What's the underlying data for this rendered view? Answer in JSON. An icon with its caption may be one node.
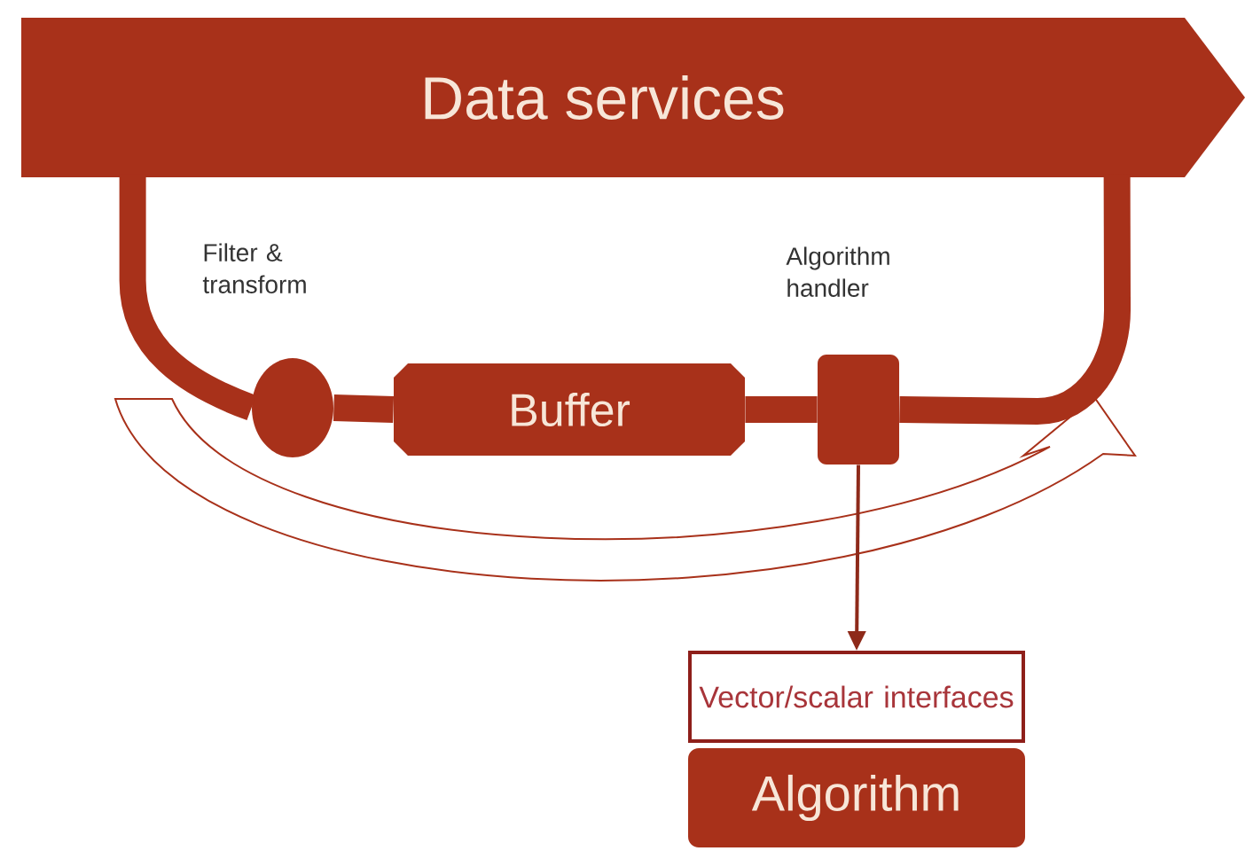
{
  "diagram": {
    "nodes": [
      {
        "text": [
          "Data services"
        ]
      },
      {
        "text": [
          "Filter & transform"
        ]
      },
      {
        "text": [
          "Buffer"
        ]
      },
      {
        "text": [
          "Algorithm handler"
        ]
      },
      {
        "text": [
          "Vector/scalar interfaces"
        ]
      },
      {
        "text": [
          "Algorithm"
        ]
      }
    ],
    "edges": [
      {
        "from": 0,
        "to": 1,
        "arrow": "none"
      },
      {
        "from": 1,
        "to": 2,
        "arrow": "none"
      },
      {
        "from": 2,
        "to": 3,
        "arrow": "none"
      },
      {
        "from": 3,
        "to": 0,
        "arrow": "none"
      },
      {
        "from": 3,
        "to": 4,
        "arrow": "to",
        "color": "#8e2a1a"
      }
    ]
  }
}
